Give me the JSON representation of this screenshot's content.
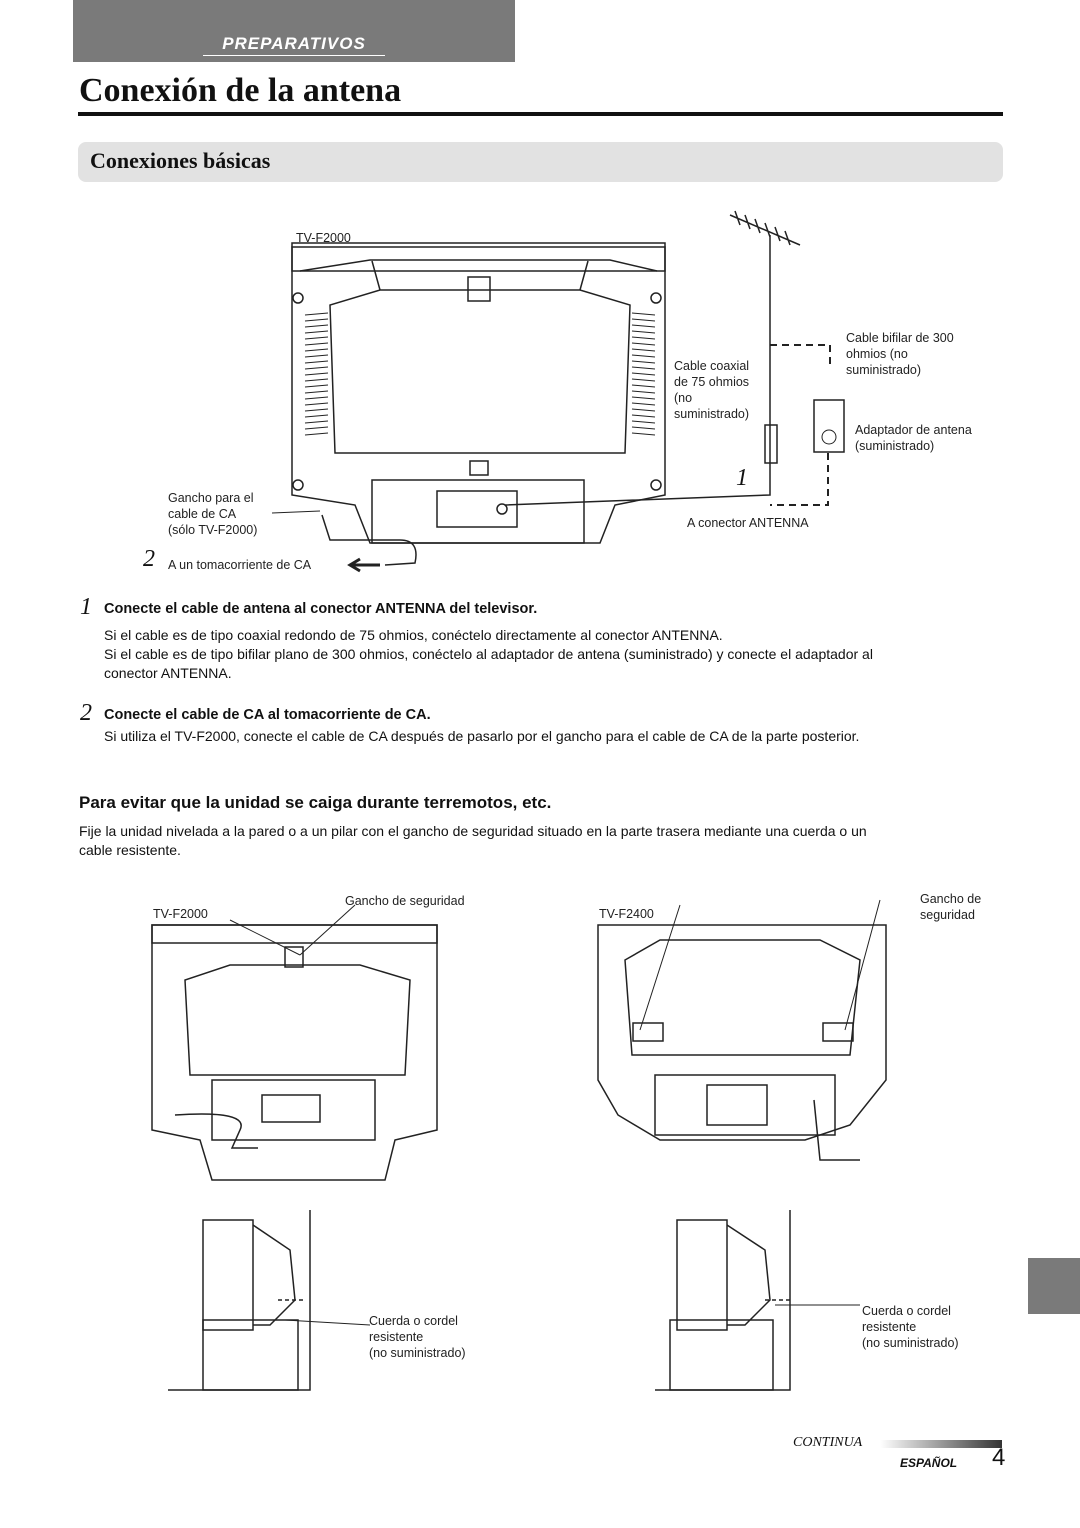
{
  "header": {
    "tab_label": "PREPARATIVOS",
    "title": "Conexión de la antena",
    "section": "Conexiones básicas"
  },
  "diagram1": {
    "model": "TV-F2000",
    "coax_label": [
      "Cable coaxial",
      "de 75 ohmios",
      "(no",
      "suministrado)"
    ],
    "bifilar_label": [
      "Cable bifilar de 300",
      "ohmios (no",
      "suministrado)"
    ],
    "adapter_label": [
      "Adaptador de antena",
      "(suministrado)"
    ],
    "hook_label": [
      "Gancho para el",
      "cable de CA",
      "(sólo TV-F2000)"
    ],
    "step1_marker": "1",
    "step2_marker": "2",
    "antenna_conn_label": "A conector ANTENNA",
    "outlet_label": "A un tomacorriente de CA"
  },
  "steps": [
    {
      "num": "1",
      "heading": "Conecte el cable de antena al conector ANTENNA del televisor.",
      "lines": [
        "Si el cable es de tipo coaxial redondo de 75 ohmios, conéctelo directamente al conector ANTENNA.",
        "Si el cable es de tipo bifilar plano de 300 ohmios, conéctelo al adaptador de antena (suministrado) y conecte el adaptador al",
        "conector ANTENNA."
      ]
    },
    {
      "num": "2",
      "heading": "Conecte el cable de CA al tomacorriente de CA.",
      "lines": [
        "Si utiliza el TV-F2000, conecte el cable de CA después de pasarlo por el gancho para el cable de CA de la parte posterior."
      ]
    }
  ],
  "earthquake": {
    "heading": "Para evitar que la unidad se caiga durante terremotos, etc.",
    "lines": [
      "Fije la unidad nivelada a la pared o a un pilar con el gancho de seguridad situado en la parte trasera mediante una cuerda o un",
      "cable resistente."
    ]
  },
  "diagram2": {
    "left_model": "TV-F2000",
    "left_hook": "Gancho de seguridad",
    "right_model": "TV-F2400",
    "right_hook": [
      "Gancho de",
      "seguridad"
    ],
    "left_cord": [
      "Cuerda o cordel",
      "resistente",
      "(no suministrado)"
    ],
    "right_cord": [
      "Cuerda o cordel",
      "resistente",
      "(no suministrado)"
    ]
  },
  "footer": {
    "continua": "CONTINUA",
    "language": "ESPAÑOL",
    "page": "4"
  }
}
